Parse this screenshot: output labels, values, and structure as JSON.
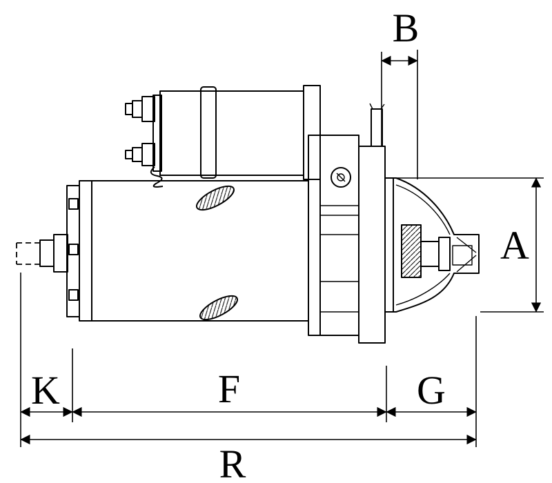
{
  "drawing": {
    "background": "#ffffff",
    "line_color": "#000000",
    "subject": "Starter motor side view with dimension callouts"
  },
  "dimensions": {
    "B": {
      "label": "B"
    },
    "A": {
      "label": "A"
    },
    "K": {
      "label": "K"
    },
    "F": {
      "label": "F"
    },
    "G": {
      "label": "G"
    },
    "R": {
      "label": "R"
    }
  }
}
